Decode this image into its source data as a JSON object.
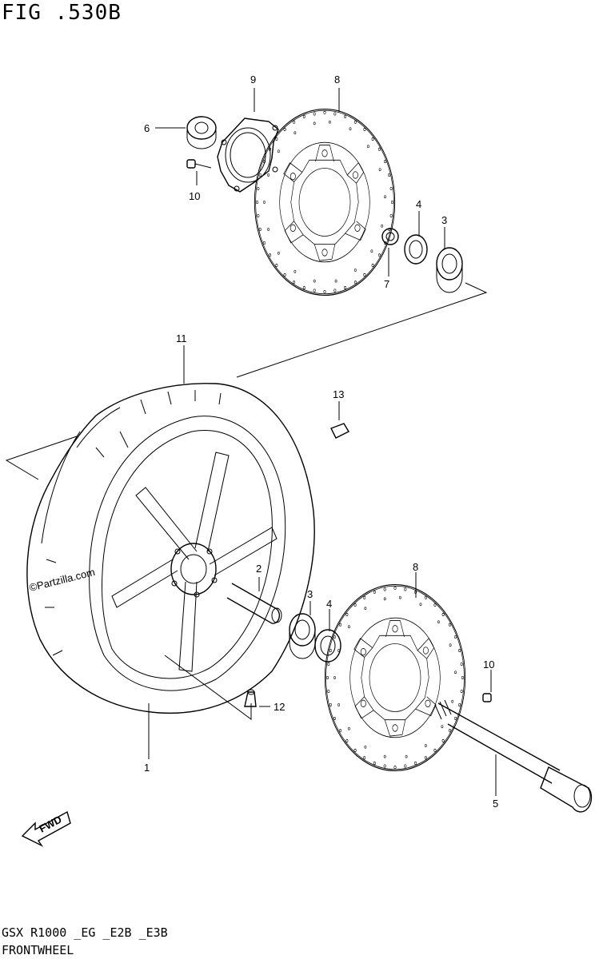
{
  "figure_title": "FIG .530B",
  "footer": {
    "model_code": "GSX R1000 _EG _E2B _E3B",
    "section_name": "FRONTWHEEL"
  },
  "watermark": "©Partzilla.com",
  "direction_arrow_label": "FWD",
  "callouts": [
    {
      "id": "c1",
      "label": "1"
    },
    {
      "id": "c2",
      "label": "2"
    },
    {
      "id": "c3a",
      "label": "3"
    },
    {
      "id": "c3b",
      "label": "3"
    },
    {
      "id": "c4a",
      "label": "4"
    },
    {
      "id": "c4b",
      "label": "4"
    },
    {
      "id": "c5",
      "label": "5"
    },
    {
      "id": "c6",
      "label": "6"
    },
    {
      "id": "c7",
      "label": "7"
    },
    {
      "id": "c8a",
      "label": "8"
    },
    {
      "id": "c8b",
      "label": "8"
    },
    {
      "id": "c9",
      "label": "9"
    },
    {
      "id": "c10a",
      "label": "10"
    },
    {
      "id": "c10b",
      "label": "10"
    },
    {
      "id": "c11",
      "label": "11"
    },
    {
      "id": "c12",
      "label": "12"
    },
    {
      "id": "c13",
      "label": "13"
    }
  ]
}
